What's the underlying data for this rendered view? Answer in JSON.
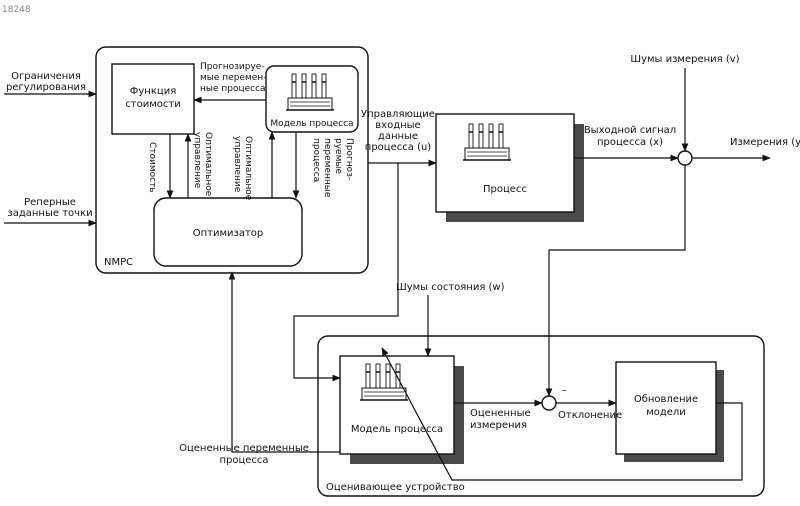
{
  "figure_id": "18248",
  "nmpc_label": "NMPC",
  "estimator_label": "Оценивающее устройство",
  "blocks": {
    "cost_function": [
      "Функция",
      "стоимости"
    ],
    "optimizer": "Оптимизатор",
    "process_model_top": "Модель процесса",
    "process": "Процесс",
    "process_model_bottom": "Модель процесса",
    "model_update": [
      "Обновление",
      "модели"
    ]
  },
  "labels": {
    "constraints": [
      "Ограничения",
      "регулирования"
    ],
    "reference_points": [
      "Реперные",
      "заданные точки"
    ],
    "predicted_vars_top": [
      "Прогнозируе-",
      "мые перемен-",
      "ные процесса"
    ],
    "cost": "Стоимость",
    "optimal_control_1": [
      "Оптимальное",
      "управление"
    ],
    "optimal_control_2": [
      "Оптимальное",
      "управление"
    ],
    "predicted_vars_vertical": [
      "Прогноз-",
      "руемые",
      "переменные",
      "процесса"
    ],
    "control_inputs": [
      "Управляющие",
      "входные",
      "данные",
      "процесса (u)"
    ],
    "output_signal": [
      "Выходной сигнал",
      "процесса (x)"
    ],
    "measurement_noise": "Шумы измерения (v)",
    "measurements": "Измерения (y)",
    "state_noise": "Шумы состояния (w)",
    "estimated_measurements": [
      "Оцененные",
      "измерения"
    ],
    "deviation": "Отклонение",
    "estimated_vars": [
      "Оцененные переменные",
      "процесса"
    ],
    "minus_sign": "–"
  },
  "icons": [
    "process-plant-icon"
  ]
}
